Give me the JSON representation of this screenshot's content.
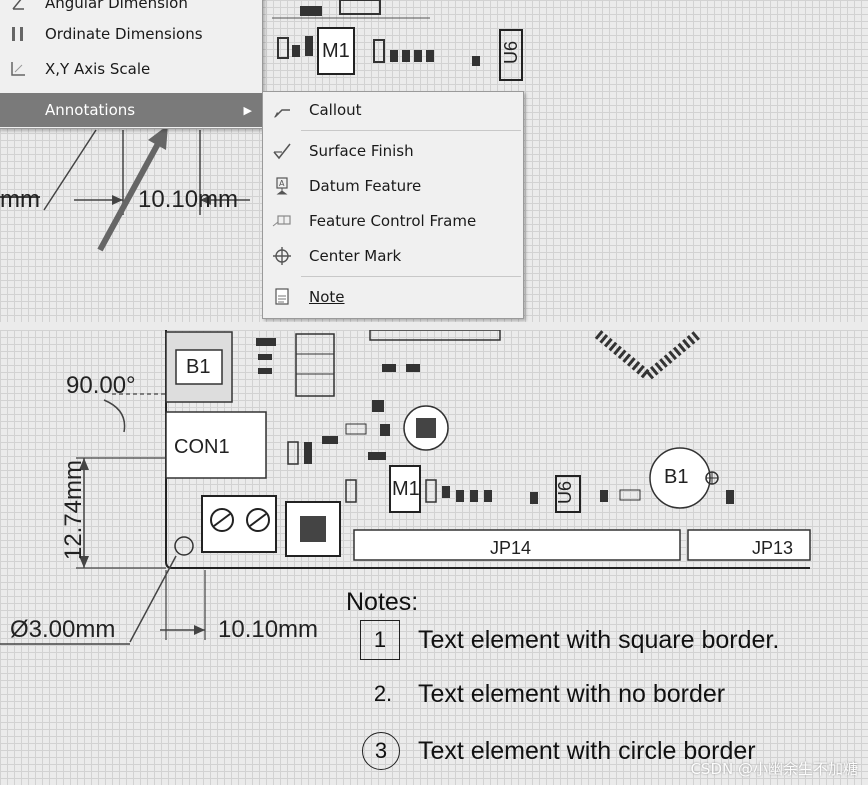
{
  "top_menu": {
    "items": [
      {
        "label": "Angular Dimension",
        "icon": "angular-dimension-icon"
      },
      {
        "label": "Ordinate Dimensions",
        "icon": "ordinate-dimension-icon"
      },
      {
        "label": "X,Y Axis Scale",
        "icon": "axis-scale-icon"
      },
      {
        "label": "Annotations",
        "icon": "",
        "active": true
      }
    ]
  },
  "submenu": {
    "items": [
      {
        "label": "Callout",
        "icon": "callout-icon"
      },
      {
        "label": "Surface Finish",
        "icon": "surface-finish-icon"
      },
      {
        "label": "Datum Feature",
        "icon": "datum-feature-icon"
      },
      {
        "label": "Feature Control Frame",
        "icon": "feature-control-frame-icon"
      },
      {
        "label": "Center Mark",
        "icon": "center-mark-icon"
      },
      {
        "label": "Note",
        "icon": "note-icon"
      }
    ]
  },
  "top_canvas": {
    "dim_left": "mm",
    "dim_right": "10.10mm",
    "label_m1": "M1",
    "label_u6": "U6"
  },
  "bottom_canvas": {
    "angle_dim": "90.00°",
    "vertical_dim": "12.74mm",
    "diameter_dim": "Ø3.00mm",
    "horizontal_dim": "10.10mm",
    "label_b1_small": "B1",
    "label_con1": "CON1",
    "label_m1": "M1",
    "label_u6": "U6",
    "label_b1": "B1",
    "label_jp14": "JP14",
    "label_jp13": "JP13"
  },
  "notes": {
    "title": "Notes:",
    "items": [
      {
        "marker": "1",
        "border": "square",
        "text": "Text element with square border."
      },
      {
        "marker": "2.",
        "border": "none",
        "text": "Text element with no border"
      },
      {
        "marker": "3",
        "border": "circle",
        "text": "Text element with circle border"
      }
    ]
  },
  "watermark": "CSDN @小幽余生不加糖"
}
